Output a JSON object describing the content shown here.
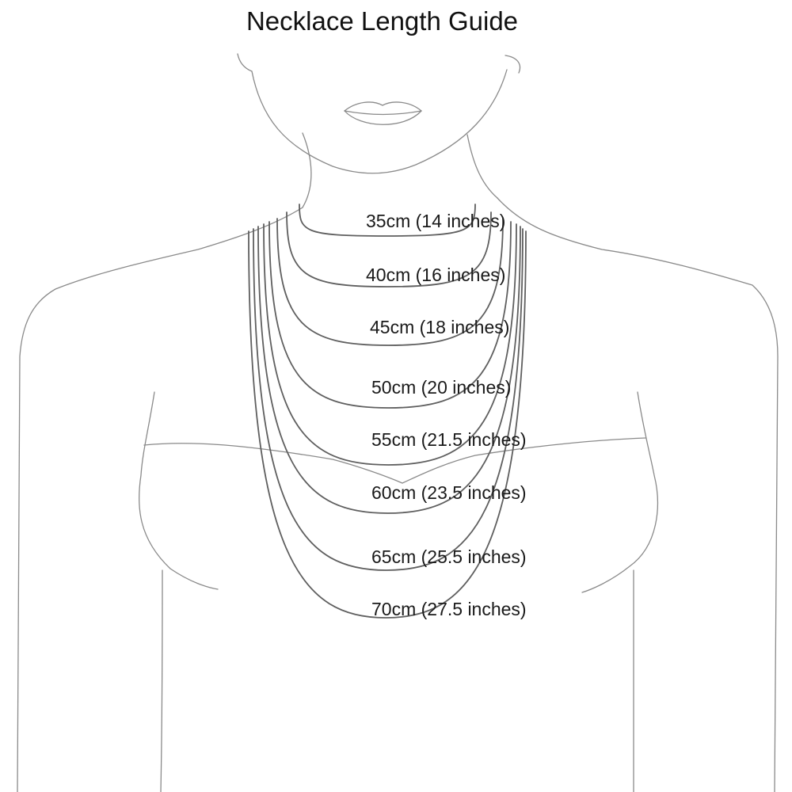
{
  "title": "Necklace Length Guide",
  "colors": {
    "outline": "#8a8a8a",
    "chain": "#5f5f5f",
    "text": "#111111"
  },
  "lengths": [
    {
      "label": "35cm (14 inches)",
      "cm": 35,
      "inches": 14
    },
    {
      "label": "40cm (16 inches)",
      "cm": 40,
      "inches": 16
    },
    {
      "label": "45cm (18 inches)",
      "cm": 45,
      "inches": 18
    },
    {
      "label": "50cm (20 inches)",
      "cm": 50,
      "inches": 20
    },
    {
      "label": "55cm (21.5 inches)",
      "cm": 55,
      "inches": 21.5
    },
    {
      "label": "60cm (23.5 inches)",
      "cm": 60,
      "inches": 23.5
    },
    {
      "label": "65cm (25.5 inches)",
      "cm": 65,
      "inches": 25.5
    },
    {
      "label": "70cm (27.5 inches)",
      "cm": 70,
      "inches": 27.5
    }
  ]
}
